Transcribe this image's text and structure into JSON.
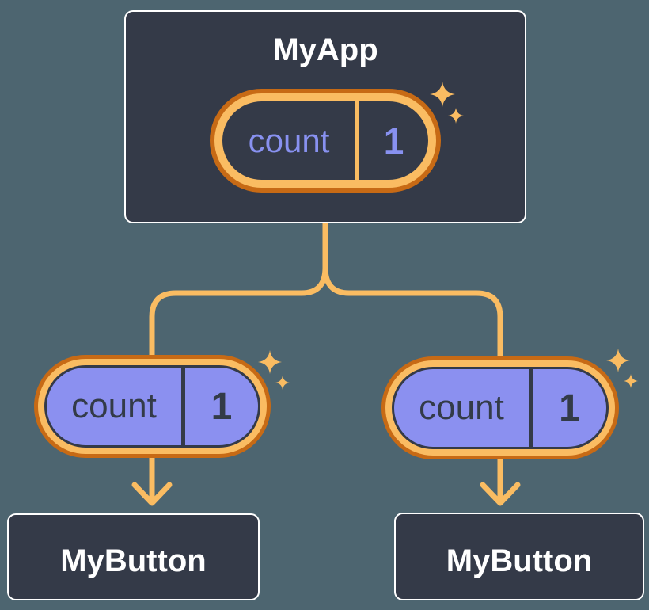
{
  "tree": {
    "root": {
      "label": "MyApp",
      "state_pill": {
        "key": "count",
        "value": "1"
      }
    },
    "children": [
      {
        "label": "MyButton",
        "pill": {
          "key": "count",
          "value": "1"
        }
      },
      {
        "label": "MyButton",
        "pill": {
          "key": "count",
          "value": "1"
        }
      }
    ]
  },
  "icons": {
    "sparkle": "four-pointed-star"
  },
  "colors": {
    "background": "#4D6570",
    "node_fill": "#343A48",
    "node_border": "#FFFFFF",
    "node_text": "#FFFFFF",
    "connector": "#FABC62",
    "pill_ring_outer": "#C76A15",
    "pill_ring_inner": "#FABC62",
    "state_pill_fill": "#343A48",
    "state_pill_text": "#8891F0",
    "prop_pill_fill": "#8B90F0",
    "prop_pill_text": "#333B48"
  }
}
